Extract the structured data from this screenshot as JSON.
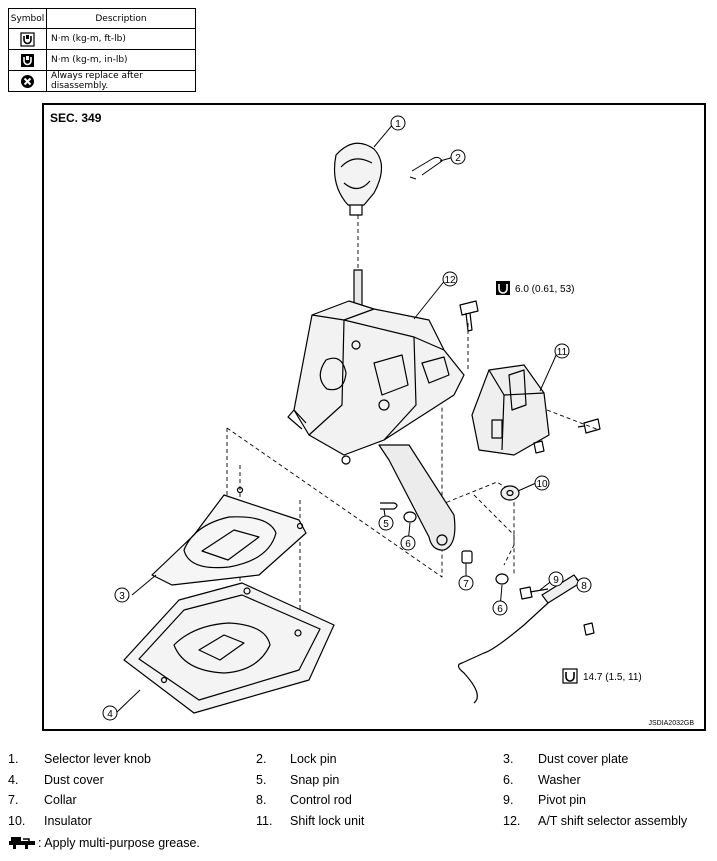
{
  "symbol_table": {
    "header_symbol": "Symbol",
    "header_description": "Description",
    "rows": [
      {
        "icon": "torque-ftlb-icon",
        "description": "N·m (kg-m, ft-lb)"
      },
      {
        "icon": "torque-inlb-icon",
        "description": "N·m (kg-m, in-lb)"
      },
      {
        "icon": "always-replace-icon",
        "description": "Always replace after disassembly."
      }
    ]
  },
  "diagram": {
    "section": "SEC. 349",
    "code": "JSDIA2032GB",
    "callouts": [
      "1",
      "2",
      "3",
      "4",
      "5",
      "6",
      "6",
      "7",
      "8",
      "9",
      "10",
      "11",
      "12"
    ],
    "torques": {
      "bolt": "6.0 (0.61, 53)",
      "nut": "14.7 (1.5, 11)"
    }
  },
  "legend": [
    {
      "num": "1.",
      "text": "Selector lever knob"
    },
    {
      "num": "2.",
      "text": "Lock pin"
    },
    {
      "num": "3.",
      "text": "Dust cover plate"
    },
    {
      "num": "4.",
      "text": "Dust cover"
    },
    {
      "num": "5.",
      "text": "Snap pin"
    },
    {
      "num": "6.",
      "text": "Washer"
    },
    {
      "num": "7.",
      "text": "Collar"
    },
    {
      "num": "8.",
      "text": "Control rod"
    },
    {
      "num": "9.",
      "text": "Pivot pin"
    },
    {
      "num": "10.",
      "text": "Insulator"
    },
    {
      "num": "11.",
      "text": "Shift lock unit"
    },
    {
      "num": "12.",
      "text": "A/T shift selector assembly"
    }
  ],
  "grease_note": ": Apply multi-purpose grease."
}
